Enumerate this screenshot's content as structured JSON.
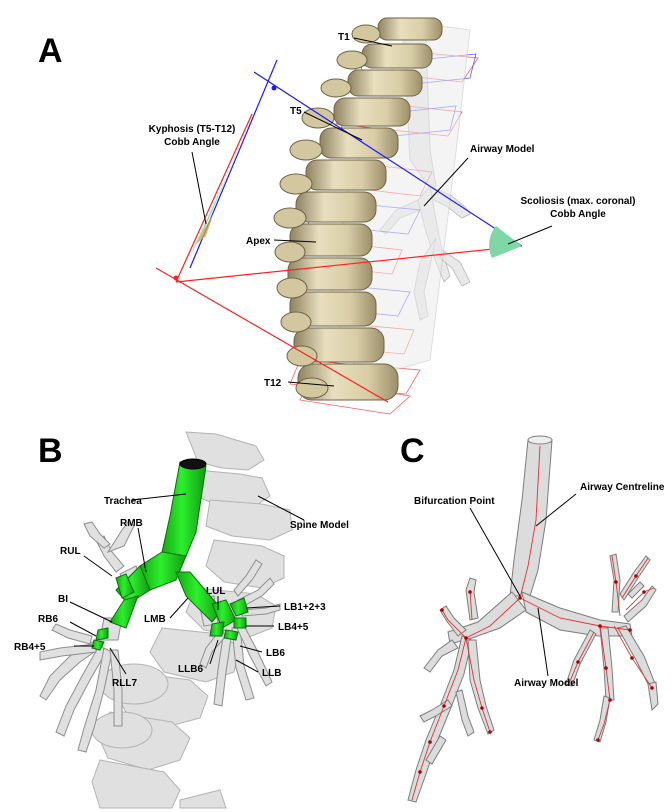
{
  "panels": {
    "a": {
      "letter": "A",
      "labels": {
        "t1": "T1",
        "t5": "T5",
        "apex": "Apex",
        "t12": "T12",
        "kyphosis_line1": "Kyphosis (T5-T12)",
        "kyphosis_line2": "Cobb Angle",
        "airway_model": "Airway Model",
        "scoliosis_line1": "Scoliosis (max. coronal)",
        "scoliosis_line2": "Cobb Angle"
      }
    },
    "b": {
      "letter": "B",
      "labels": {
        "trachea": "Trachea",
        "spine_model": "Spine Model",
        "rmb": "RMB",
        "rul": "RUL",
        "bi": "BI",
        "lmb": "LMB",
        "lul": "LUL",
        "lb123": "LB1+2+3",
        "lb45": "LB4+5",
        "lb6": "LB6",
        "llb": "LLB",
        "llb6": "LLB6",
        "rb6": "RB6",
        "rb45": "RB4+5",
        "rll7": "RLL7"
      }
    },
    "c": {
      "letter": "C",
      "labels": {
        "bifurcation": "Bifurcation Point",
        "centreline": "Airway Centreline",
        "airway_model": "Airway Model"
      }
    }
  },
  "colors": {
    "bone": "#ddd3b0",
    "bone_shadow": "#b9ac82",
    "airway_grey": "#d9d9d9",
    "airway_green": "#22dd22",
    "centreline_red": "#dd3333",
    "cobb_blue": "#1a1aff",
    "cobb_red": "#ff2020",
    "angle_fill": "#7fd7a6"
  }
}
